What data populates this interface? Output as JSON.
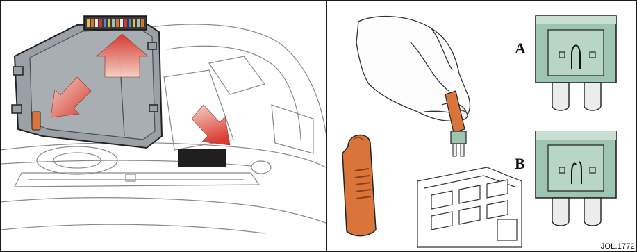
{
  "fuse_labels": {
    "a": "A",
    "b": "B"
  },
  "reference": "JOL.1772",
  "colors": {
    "panel_grey": "#9aa0a6",
    "panel_dark": "#4a4e53",
    "arrow_red": "#d9342b",
    "arrow_light": "#f6c9b8",
    "puller_orange": "#d9743a",
    "fuse_green": "#9ec5b0",
    "outline": "#222222"
  },
  "icons": [
    "fuse-box-cover-icon",
    "removal-arrow-icon",
    "fuse-puller-icon",
    "hand-icon",
    "blade-fuse-icon"
  ]
}
